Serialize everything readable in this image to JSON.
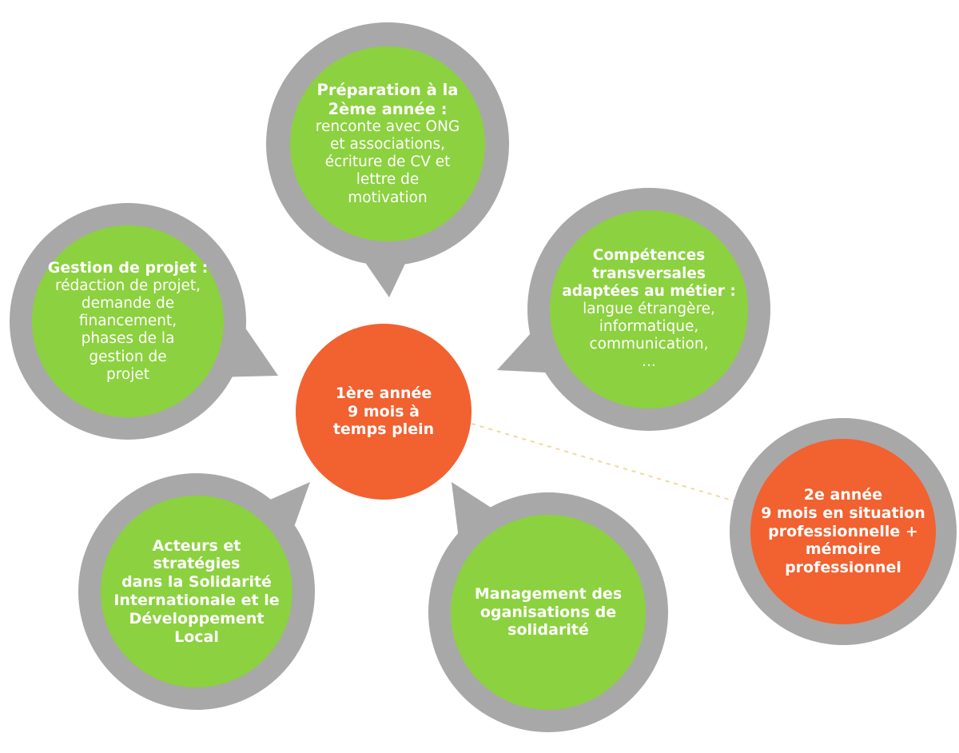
{
  "center": {
    "lines": [
      "1ère année",
      "9 mois à",
      "temps plein"
    ]
  },
  "bubbles": {
    "preparation": {
      "title": [
        "Préparation à la",
        "2ème année :"
      ],
      "body": [
        "renconte avec ONG",
        "et associations,",
        "écriture de CV et",
        "lettre de",
        "motivation"
      ]
    },
    "competences": {
      "title": [
        "Compétences",
        "transversales",
        "adaptées au métier :"
      ],
      "body": [
        "langue étrangère,",
        "informatique,",
        "communication,",
        "..."
      ]
    },
    "gestion": {
      "title": [
        "Gestion de projet :"
      ],
      "body": [
        "rédaction de projet,",
        "demande de",
        "financement,",
        "phases de la",
        "gestion de",
        "projet"
      ]
    },
    "acteurs": {
      "title": [
        "Acteurs et",
        "stratégies",
        "dans la Solidarité",
        "Internationale et le",
        "Développement",
        "Local"
      ]
    },
    "management": {
      "title": [
        "Management des",
        "oganisations de",
        "solidarité"
      ]
    },
    "second_year": {
      "title": [
        "2e année",
        "9 mois en situation",
        "professionnelle +",
        "mémoire",
        "professionnel"
      ]
    }
  },
  "colors": {
    "green": "#8cd13f",
    "orange": "#f26130",
    "ring": "#a8a8a8",
    "connector": "#f0d9a0"
  }
}
